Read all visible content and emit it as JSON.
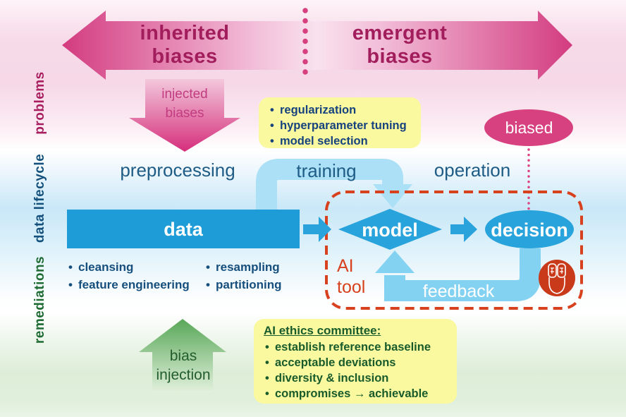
{
  "colors": {
    "arrow_pink_dark": "#d33c80",
    "arrow_pink_light": "#f9e2ee",
    "top_text_magenta": "#a21d5c",
    "injected_text_pink": "#c13c80",
    "biased_ellipse_pink": "#d8417f",
    "node_blue": "#1e9cd7",
    "shape_blue": "#29a3dc",
    "small_arrow_blue": "#2aa2db",
    "training_arc_blue": "#ace0f6",
    "feedback_arrow_blue": "#84d2f2",
    "stage_text_blue": "#1e5c86",
    "bullet_text_navy": "#164f7d",
    "ai_tool_red": "#d8411e",
    "head_icon_red": "#c93a1b",
    "yellow_box_bg": "#faf99f",
    "ethics_text_green": "#195b2b",
    "green_arrow_dark": "#58a758",
    "green_arrow_light": "#e3f1dd",
    "problems_label": "#a81e5e",
    "lifecycle_label": "#15517d",
    "remediations_label": "#1e6b33"
  },
  "side_labels": {
    "problems": "problems",
    "data_lifecycle": "data lifecycle",
    "remediations": "remediations"
  },
  "top_arrow": {
    "left_label": "inherited biases",
    "right_label": "emergent biases"
  },
  "injected_arrow_label": "injected biases",
  "problems_box": {
    "items": [
      "regularization",
      "hyperparameter tuning",
      "model selection"
    ]
  },
  "biased_label": "biased",
  "stages": {
    "preprocessing": "preprocessing",
    "training": "training",
    "operation": "operation"
  },
  "data_node": {
    "label": "data",
    "bullets_left": [
      "cleansing",
      "feature engineering"
    ],
    "bullets_right": [
      "resampling",
      "partitioning"
    ]
  },
  "ai_tool": {
    "label": "AI tool",
    "model_label": "model",
    "decision_label": "decision",
    "feedback_label": "feedback"
  },
  "bias_injection_label": "bias injection",
  "ethics_box": {
    "title": "AI ethics committee:",
    "items": [
      "establish reference baseline",
      "acceptable deviations",
      "diversity & inclusion",
      "compromises → achievable"
    ]
  }
}
